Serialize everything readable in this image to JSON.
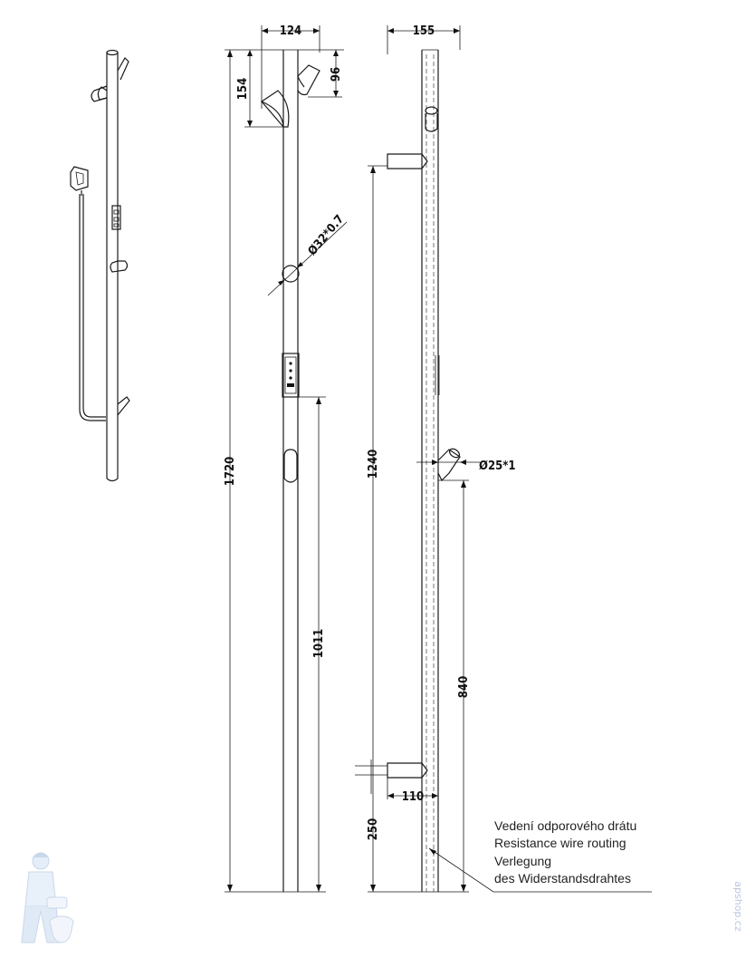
{
  "dimensions": {
    "top_width_center": "124",
    "top_width_right": "155",
    "hook_offset_left": "154",
    "hook_offset_right": "96",
    "tube_diameter": "Ø32*0.7",
    "total_height": "1720",
    "control_height": "1011",
    "right_height": "1240",
    "small_diameter": "Ø25*1",
    "lower_height": "840",
    "bottom_hook_offset": "110",
    "bottom_height": "250"
  },
  "note": {
    "line_cs": "Vedení odporového drátu",
    "line_en": "Resistance wire routing",
    "line_de1": "Verlegung",
    "line_de2": "des Widerstandsdrahtes"
  },
  "watermark": "apshop.cz"
}
